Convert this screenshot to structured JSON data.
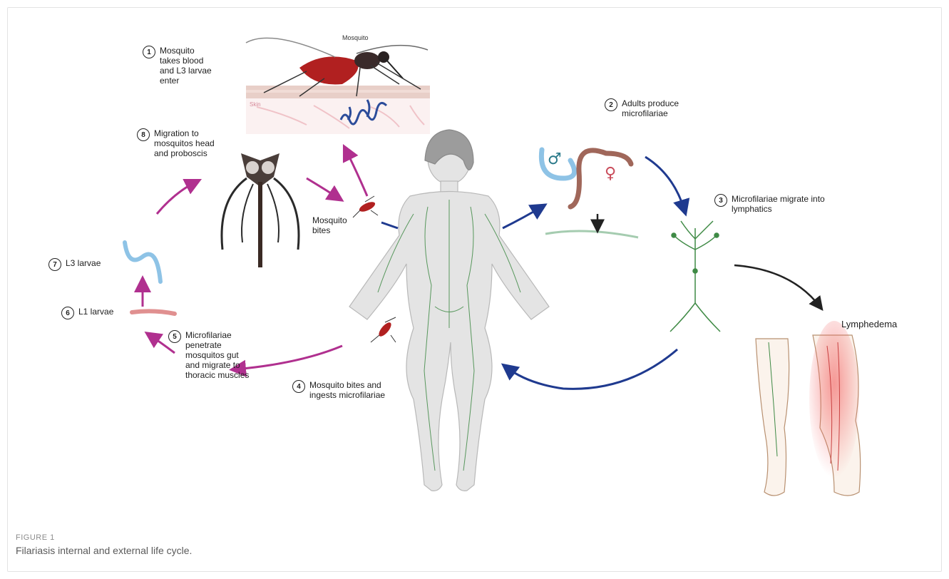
{
  "steps": [
    {
      "num": "1",
      "text": "Mosquito\ntakes blood\nand L3 larvae\nenter"
    },
    {
      "num": "2",
      "text": "Adults produce\nmicrofilariae"
    },
    {
      "num": "3",
      "text": "Microfilariae migrate into\nlymphatics"
    },
    {
      "num": "4",
      "text": "Mosquito bites and\ningests microfilariae"
    },
    {
      "num": "5",
      "text": "Microfilariae\npenetrate\nmosquitos gut\nand migrate to\nthoracic muscles"
    },
    {
      "num": "6",
      "text": "L1 larvae"
    },
    {
      "num": "7",
      "text": "L3 larvae"
    },
    {
      "num": "8",
      "text": "Migration to\nmosquitos head\nand proboscis"
    }
  ],
  "labels": {
    "mosquito": "Mosquito",
    "skin": "Skin",
    "mosquito_bites": "Mosquito\nbites",
    "lymphedema": "Lymphedema",
    "male_symbol": "♂",
    "female_symbol": "♀"
  },
  "caption": {
    "label": "FIGURE 1",
    "text": "Filariasis internal and external life cycle."
  },
  "colors": {
    "magenta_arrow": "#b0308f",
    "navy_arrow": "#1f3a8f",
    "black_arrow": "#222222",
    "lymph_green": "#3f8a45",
    "larva_blue": "#8ec3e6",
    "worm_brown": "#a0675a"
  }
}
